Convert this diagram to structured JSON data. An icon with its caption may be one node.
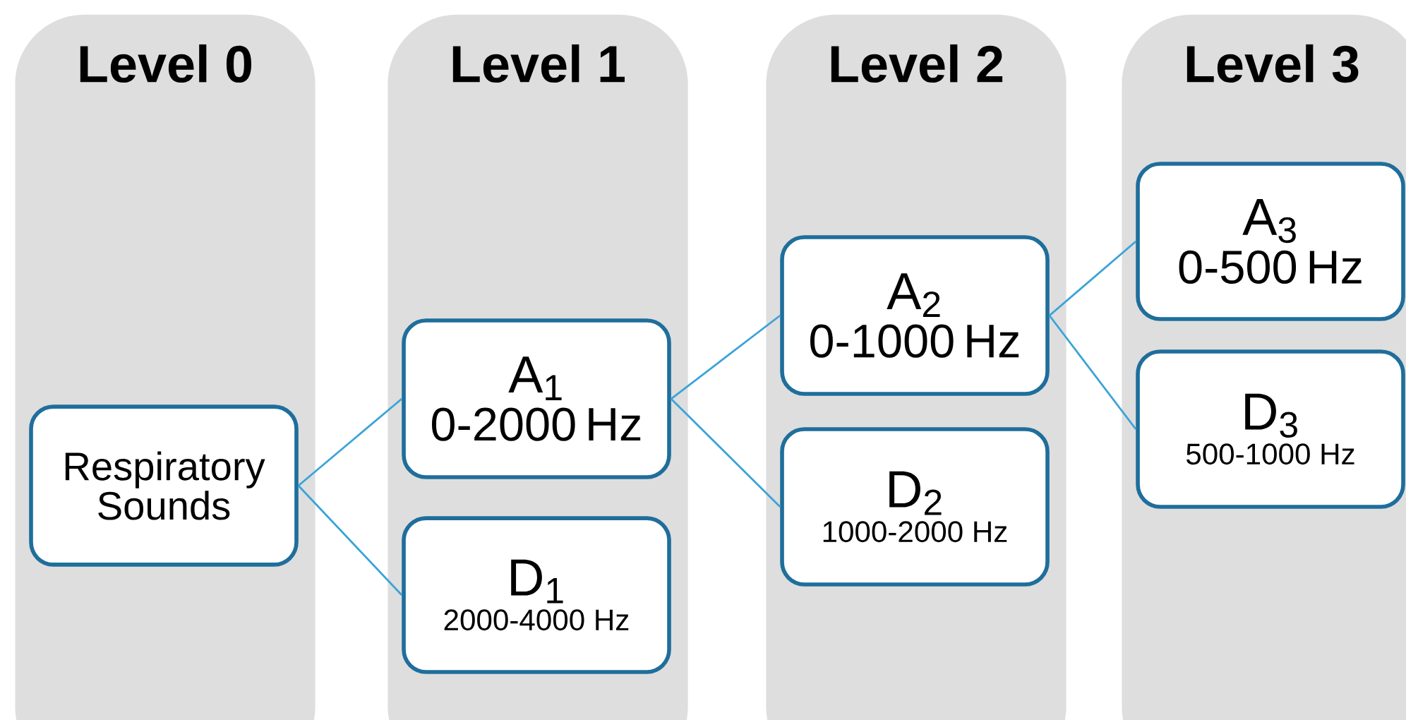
{
  "diagram": {
    "nodes": [
      {
        "text": [
          "Level 0"
        ]
      },
      {
        "text": [
          "Respiratory Sounds"
        ],
        "in": 0
      },
      {
        "text": [
          "Level 1"
        ]
      },
      {
        "text": [
          "A$_{1}$",
          "0-2000 Hz"
        ],
        "in": 2
      },
      {
        "text": [
          "D$_{1}$",
          "2000-4000 Hz"
        ],
        "in": 2
      },
      {
        "text": [
          "Level 2"
        ]
      },
      {
        "text": [
          "A$_{2}$",
          "0-1000 Hz"
        ],
        "in": 5
      },
      {
        "text": [
          "D$_{2}$",
          "1000-2000 Hz"
        ],
        "in": 5
      },
      {
        "text": [
          "Level 3"
        ]
      },
      {
        "text": [
          "A$_{3}$",
          "0-500 Hz"
        ],
        "in": 8
      },
      {
        "text": [
          "D$_{3}$",
          "500-1000 Hz"
        ],
        "in": 8
      }
    ],
    "edges": [
      {
        "from": 1,
        "to": 3,
        "arrow": "none"
      },
      {
        "from": 1,
        "to": 4,
        "arrow": "none"
      },
      {
        "from": 3,
        "to": 6,
        "arrow": "none"
      },
      {
        "from": 3,
        "to": 7,
        "arrow": "none"
      },
      {
        "from": 6,
        "to": 9,
        "arrow": "none"
      },
      {
        "from": 6,
        "to": 10,
        "arrow": "none"
      }
    ]
  }
}
